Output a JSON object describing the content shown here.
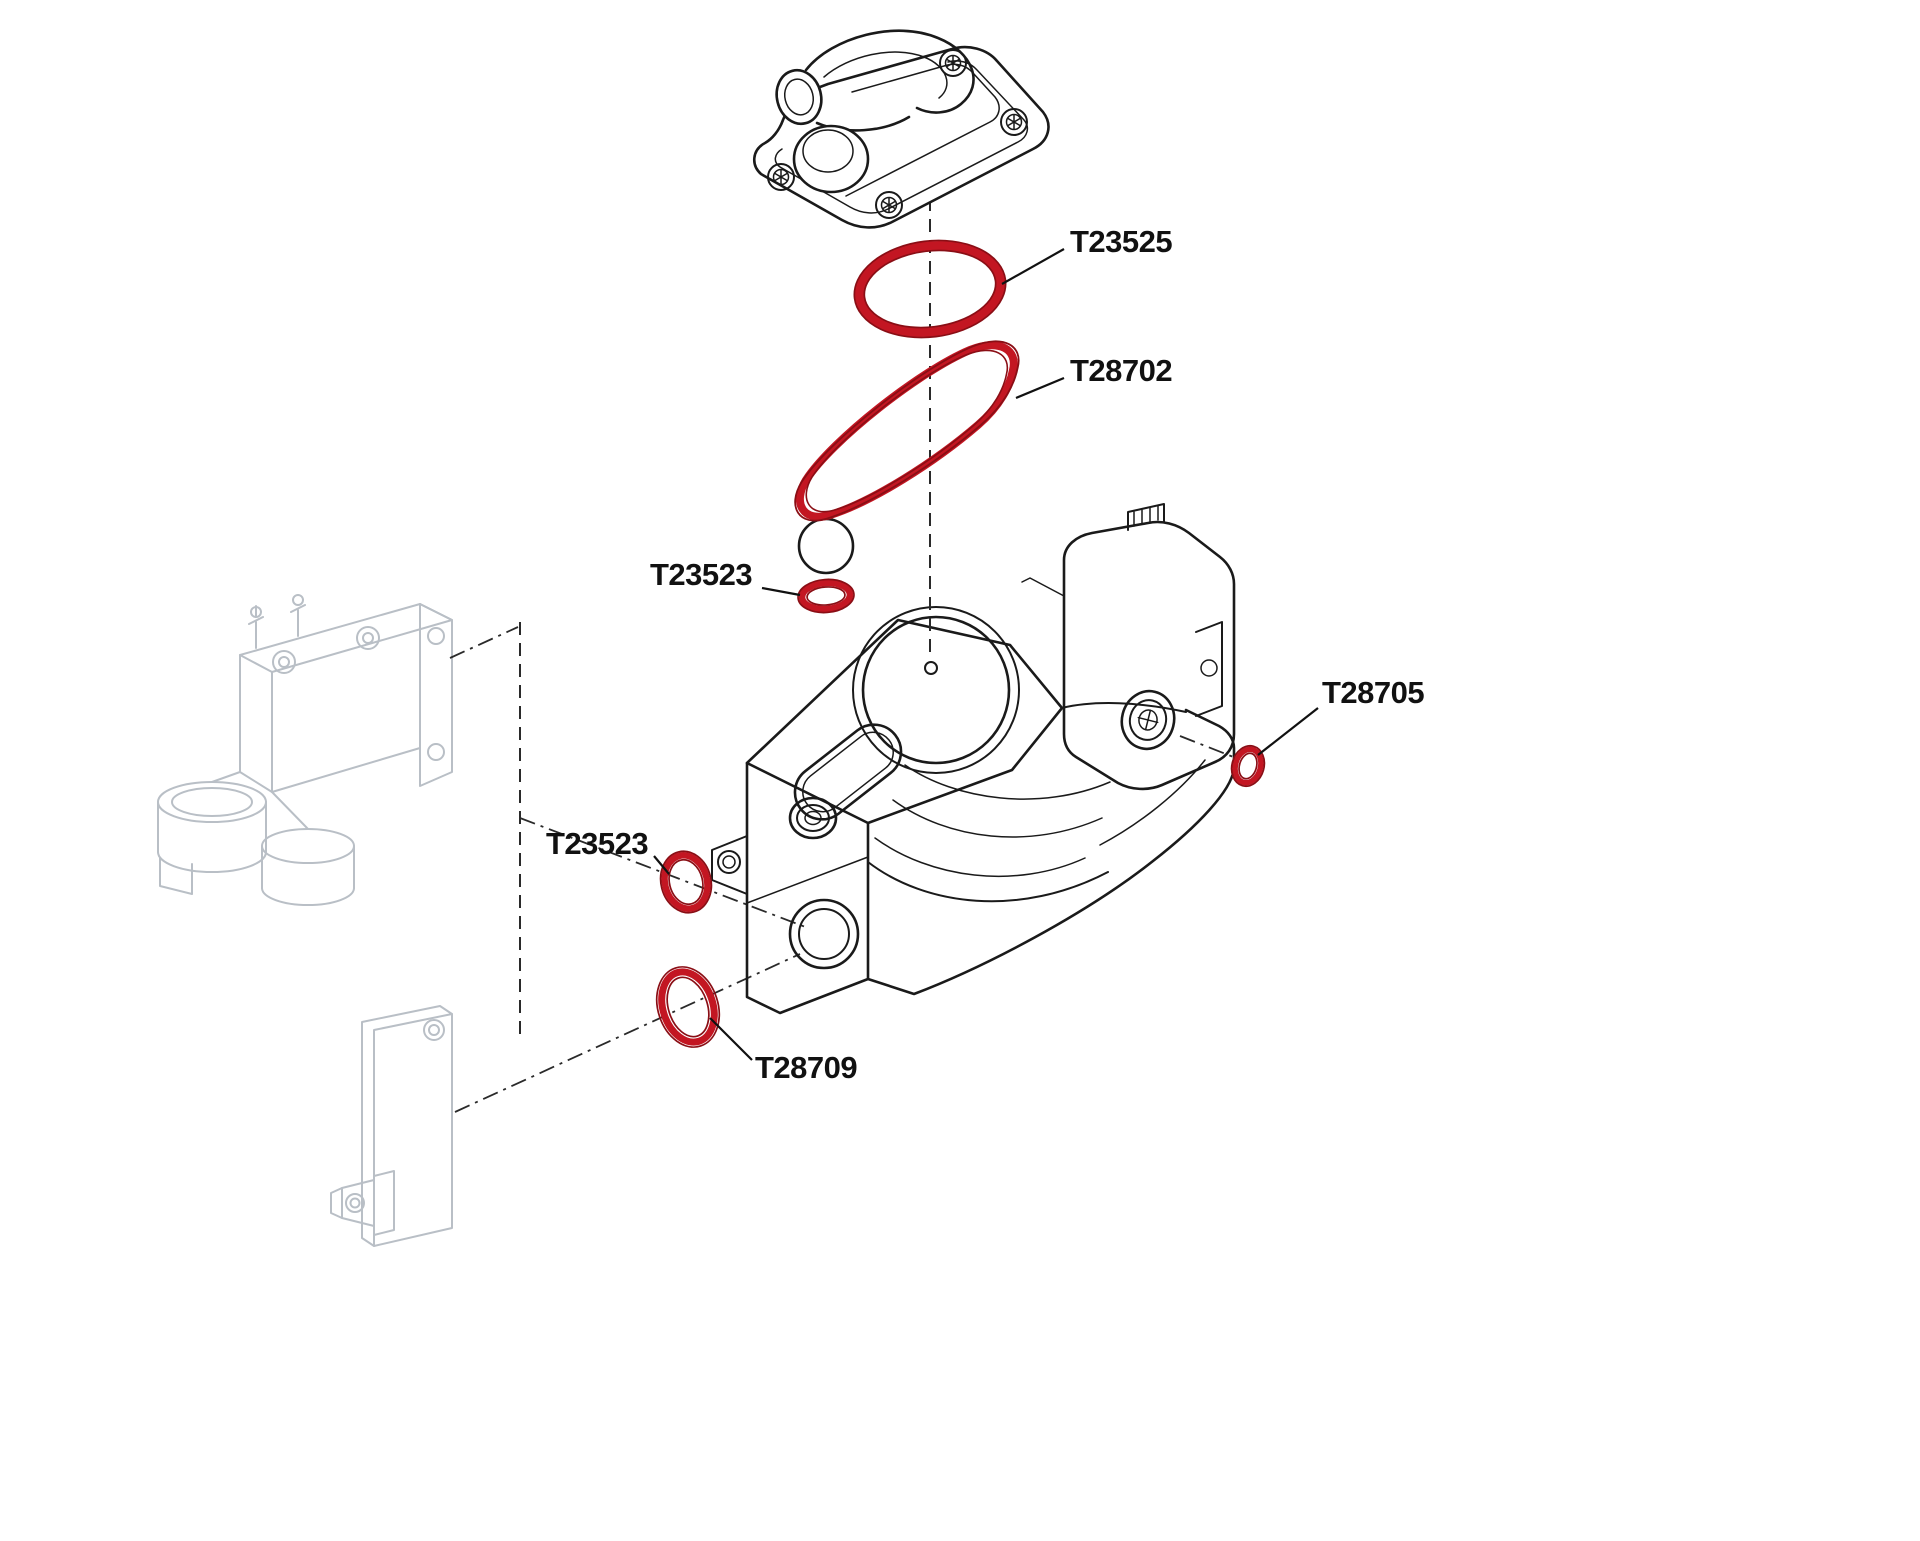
{
  "figure": {
    "background_color": "#ffffff",
    "colors": {
      "highlight_red": "#c31622",
      "highlight_red_edge": "#8a0e15",
      "drawing_line": "#1a1a1a",
      "faded_part_line": "#b9bfc6",
      "label_text": "#111111"
    },
    "callouts": [
      {
        "part_number": "T23525",
        "target": "large-oring-top"
      },
      {
        "part_number": "T28702",
        "target": "teardrop-gasket"
      },
      {
        "part_number": "T23523",
        "target": "small-oring-center"
      },
      {
        "part_number": "T28705",
        "target": "small-oring-right"
      },
      {
        "part_number": "T23523",
        "target": "small-oring-left"
      },
      {
        "part_number": "T28709",
        "target": "oring-bottom"
      }
    ]
  }
}
